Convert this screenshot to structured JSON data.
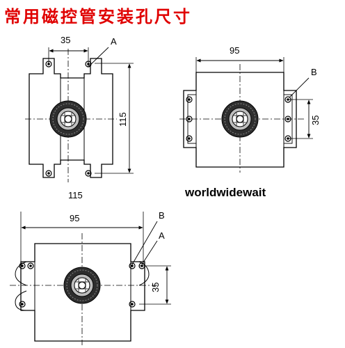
{
  "title": "常用磁控管安装孔尺寸",
  "watermark": "worldwidewait",
  "figures": {
    "top_left": {
      "dim_top": "35",
      "dim_side": "115",
      "label_a": "A",
      "caption": "115"
    },
    "top_right": {
      "dim_top": "95",
      "dim_side": "35",
      "label_b": "B"
    },
    "bottom": {
      "dim_top": "95",
      "dim_side": "35",
      "label_a": "A",
      "label_b": "B"
    }
  }
}
